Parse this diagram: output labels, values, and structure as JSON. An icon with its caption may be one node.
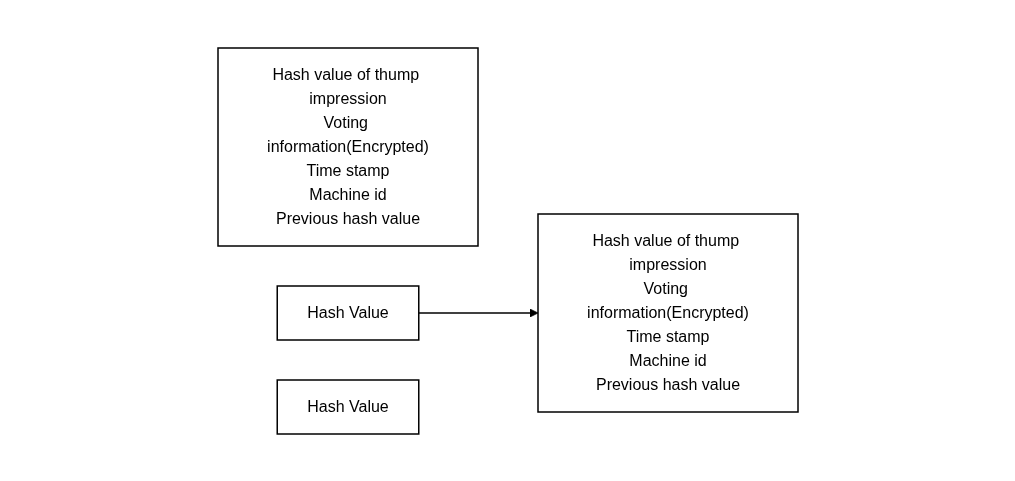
{
  "diagram": {
    "nodes": [
      {
        "text": [
          "Hash value of thump impression",
          "Voting information(Encrypted)",
          "Time stamp",
          "Machine id",
          "Previous hash value"
        ]
      },
      {
        "text": [
          "Hash Value"
        ]
      },
      {
        "text": [
          "Hash value of thump impression",
          "Voting information(Encrypted)",
          "Time stamp",
          "Machine id",
          "Previous hash value"
        ]
      },
      {
        "text": [
          "Hash Value"
        ]
      }
    ],
    "edges": [
      {
        "from": 1,
        "to": 2,
        "arrow": "to"
      }
    ]
  }
}
